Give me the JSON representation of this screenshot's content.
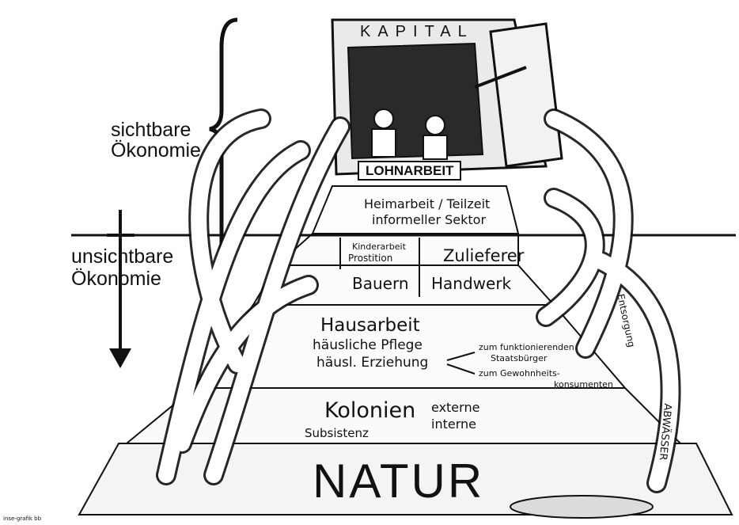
{
  "diagram": {
    "side_labels": {
      "visible_line1": "sichtbare",
      "visible_line2": "Ökonomie",
      "invisible_line1": "unsichtbare",
      "invisible_line2": "Ökonomie"
    },
    "safe_title": "KAPITAL",
    "wage_labor": "LOHNARBEIT",
    "informal": {
      "line1": "Heimarbeit / Teilzeit",
      "line2": "informeller Sektor"
    },
    "child_labor": {
      "line1": "Kinderarbeit",
      "line2": "Prostition"
    },
    "suppliers": "Zulieferer",
    "farmers": "Bauern",
    "crafts": "Handwerk",
    "housework": {
      "line1": "Hausarbeit",
      "line2": "häusliche Pflege",
      "line3": "häusl. Erziehung"
    },
    "outputs": {
      "citizen_line1": "zum funktionierenden",
      "citizen_line2": "Staatsbürger",
      "consumer_line1": "zum Gewohnheits-",
      "consumer_line2": "konsumenten"
    },
    "colonies": "Kolonien",
    "colonies_external": "externe",
    "colonies_internal": "interne",
    "subsistence": "Subsistenz",
    "nature": "NATUR",
    "disposal": "Entsorgung",
    "wastewater": "ABWÄSSER",
    "credit": "inse-grafik bb"
  }
}
